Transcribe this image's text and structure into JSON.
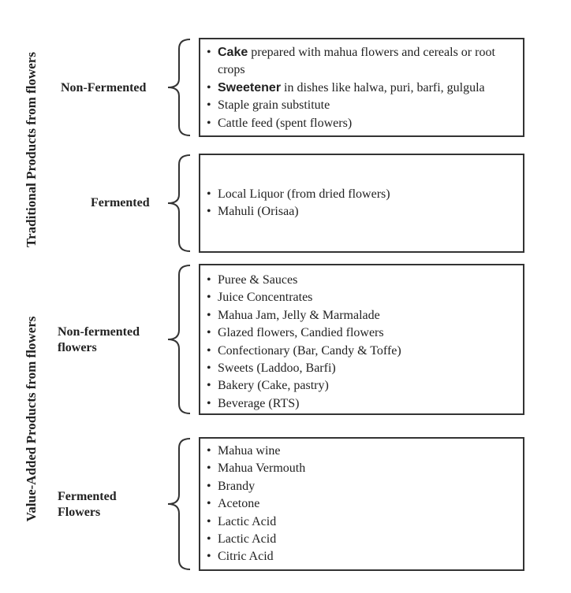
{
  "sections": [
    {
      "title": "Traditional Products from flowers",
      "groups": [
        {
          "label": "Non-Fermented",
          "items": [
            {
              "bold": "Cake",
              "text": " prepared with mahua flowers and cereals or root crops"
            },
            {
              "bold": "Sweetener",
              "text": " in dishes like halwa, puri, barfi, gulgula"
            },
            {
              "bold": "",
              "text": "Staple grain substitute"
            },
            {
              "bold": "",
              "text": "Cattle feed (spent flowers)"
            }
          ]
        },
        {
          "label": "Fermented",
          "items": [
            {
              "bold": "",
              "text": "Local Liquor (from dried flowers)"
            },
            {
              "bold": "",
              "text": "Mahuli (Orisaa)"
            }
          ]
        }
      ]
    },
    {
      "title": "Value-Added Products from flowers",
      "groups": [
        {
          "label": "Non-fermented flowers",
          "items": [
            {
              "bold": "",
              "text": "Puree & Sauces"
            },
            {
              "bold": "",
              "text": "Juice Concentrates"
            },
            {
              "bold": "",
              "text": "Mahua Jam, Jelly & Marmalade"
            },
            {
              "bold": "",
              "text": "Glazed flowers, Candied flowers"
            },
            {
              "bold": "",
              "text": "Confectionary (Bar, Candy & Toffe)"
            },
            {
              "bold": "",
              "text": "Sweets (Laddoo, Barfi)"
            },
            {
              "bold": "",
              "text": "Bakery (Cake, pastry)"
            },
            {
              "bold": "",
              "text": "Beverage (RTS)"
            }
          ]
        },
        {
          "label": "Fermented Flowers",
          "items": [
            {
              "bold": "",
              "text": "Mahua wine"
            },
            {
              "bold": "",
              "text": "Mahua Vermouth"
            },
            {
              "bold": "",
              "text": "Brandy"
            },
            {
              "bold": "",
              "text": "Acetone"
            },
            {
              "bold": "",
              "text": "Lactic Acid"
            },
            {
              "bold": "",
              "text": "Lactic Acid"
            },
            {
              "bold": "",
              "text": "Citric Acid"
            }
          ]
        }
      ]
    }
  ],
  "bullet": "•"
}
